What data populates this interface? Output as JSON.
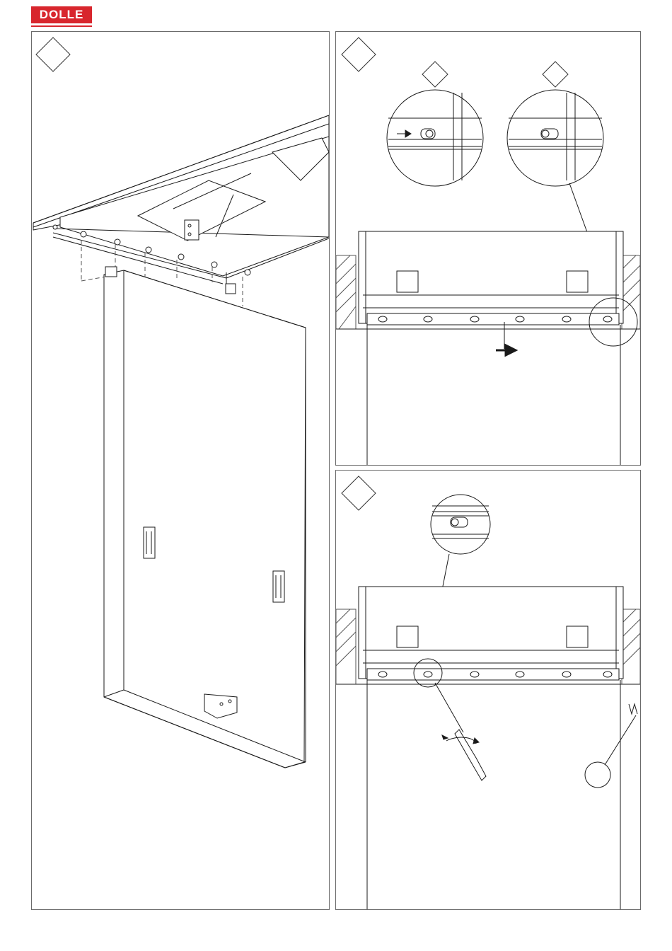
{
  "brand": {
    "logo_text": "DOLLE",
    "color": "#d8262d"
  },
  "steps": [
    {
      "panel": "left",
      "step_number": ""
    },
    {
      "panel": "top-right",
      "step_number": "",
      "detail_badges": [
        "",
        ""
      ]
    },
    {
      "panel": "bottom-right",
      "step_number": ""
    }
  ],
  "icons": {
    "arrow": "arrow-right-icon",
    "screwdriver": "screwdriver-icon",
    "rotation": "rotate-icon"
  },
  "line_color": "#1a1a1a"
}
